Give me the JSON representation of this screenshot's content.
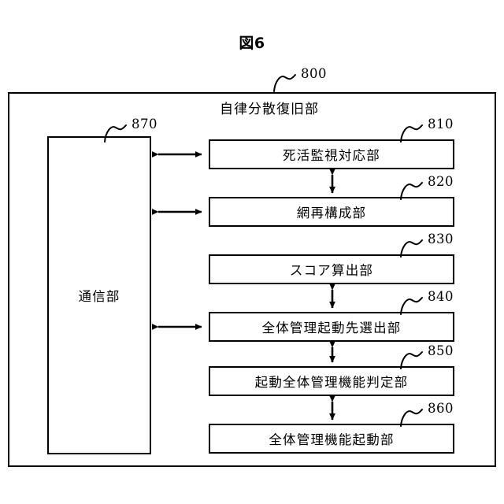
{
  "figure": {
    "title": "図6",
    "top_reference": "800",
    "unit_title": "自律分散復旧部"
  },
  "blocks": {
    "communication": {
      "label": "通信部",
      "reference": "870"
    },
    "stack": [
      {
        "label": "死活監視対応部",
        "reference": "810"
      },
      {
        "label": "網再構成部",
        "reference": "820"
      },
      {
        "label": "スコア算出部",
        "reference": "830"
      },
      {
        "label": "全体管理起動先選出部",
        "reference": "840"
      },
      {
        "label": "起動全体管理機能判定部",
        "reference": "850"
      },
      {
        "label": "全体管理機能起動部",
        "reference": "860"
      }
    ]
  },
  "connections": {
    "horizontal_bidirectional": [
      "810",
      "820",
      "840"
    ],
    "vertical_bidirectional": [
      [
        "810",
        "820"
      ],
      [
        "830",
        "840"
      ],
      [
        "840",
        "850"
      ],
      [
        "850",
        "860"
      ]
    ]
  },
  "style": {
    "line_color": "#000000",
    "background": "#ffffff"
  }
}
